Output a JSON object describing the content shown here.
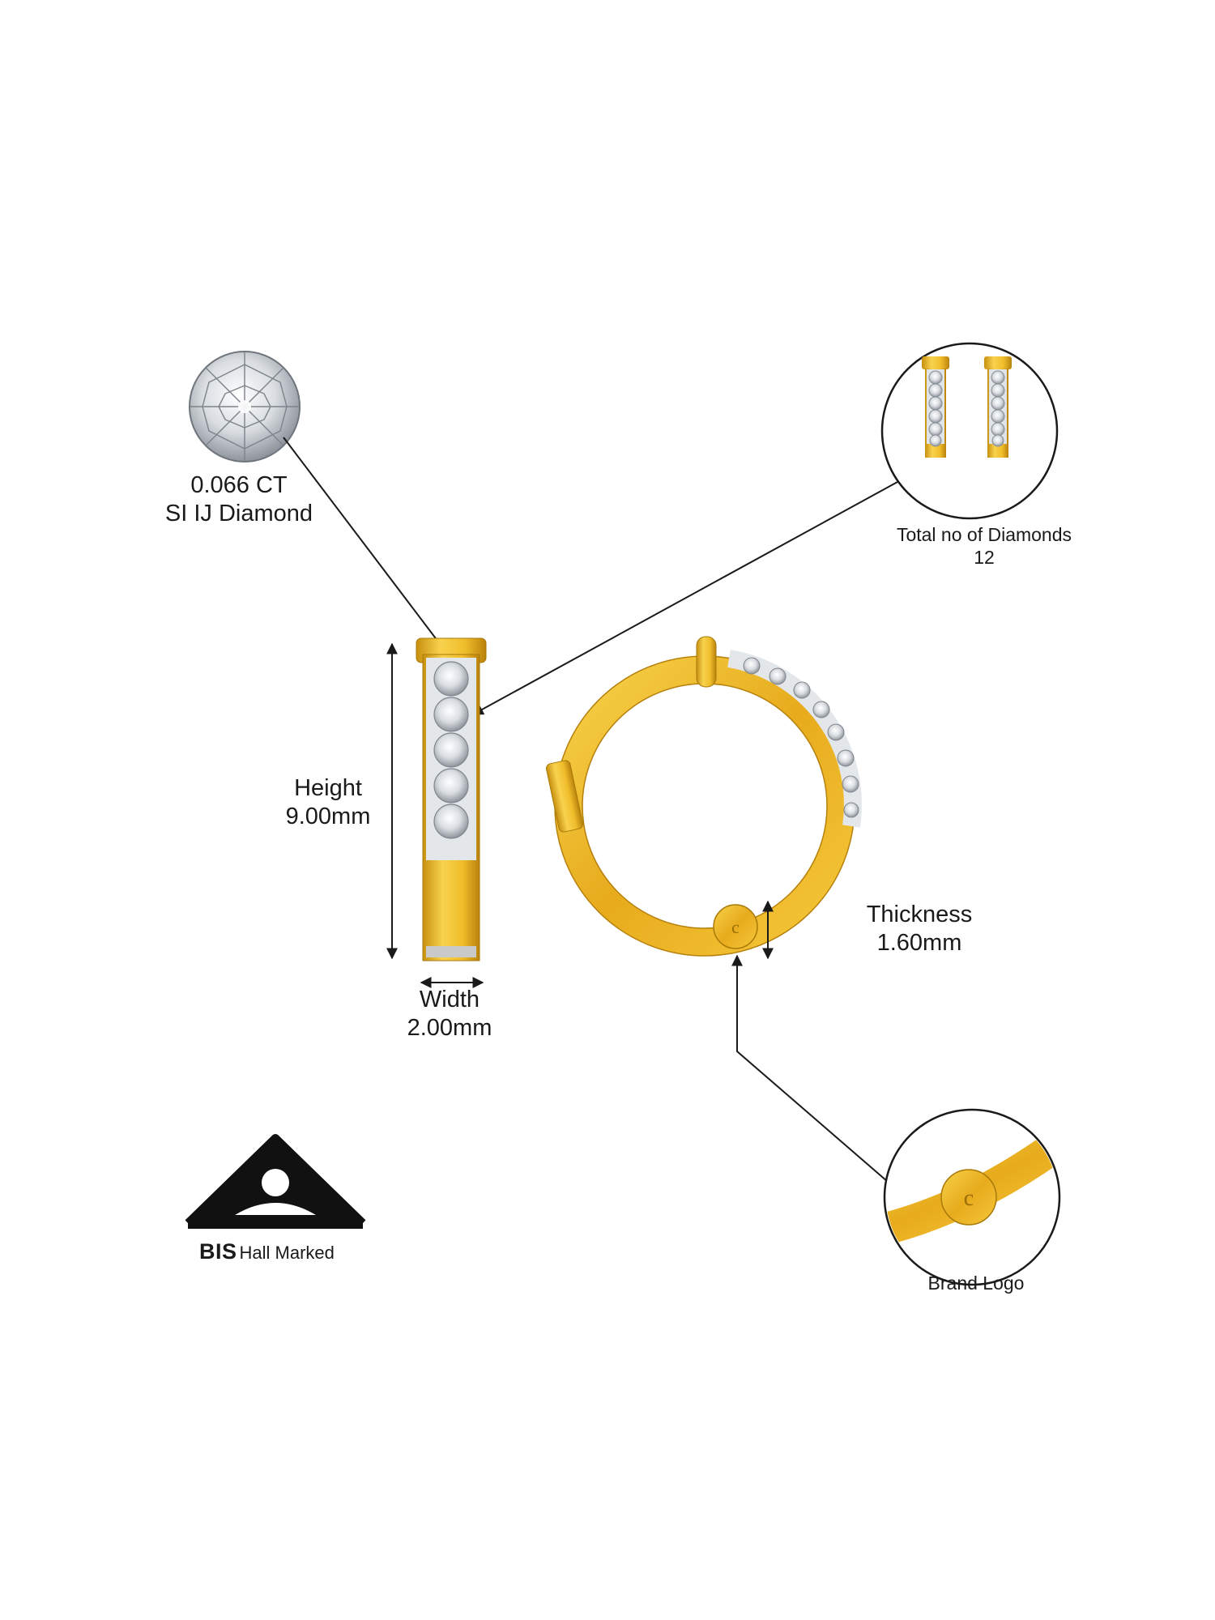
{
  "diamond": {
    "carat": "0.066 CT",
    "quality": "SI IJ Diamond"
  },
  "total_diamonds": {
    "label": "Total no of Diamonds",
    "value": "12"
  },
  "height": {
    "label": "Height",
    "value": "9.00mm"
  },
  "thickness": {
    "label": "Thickness",
    "value": "1.60mm"
  },
  "width": {
    "label": "Width",
    "value": "2.00mm"
  },
  "brand_logo": {
    "label": "Brand Logo"
  },
  "bis": {
    "strong": "BIS",
    "rest": "Hall Marked"
  },
  "colors": {
    "gold": "#f1bf2a",
    "gold_dark": "#c58e12",
    "diamond": "#e9eef2",
    "ink": "#1a1a1a"
  }
}
